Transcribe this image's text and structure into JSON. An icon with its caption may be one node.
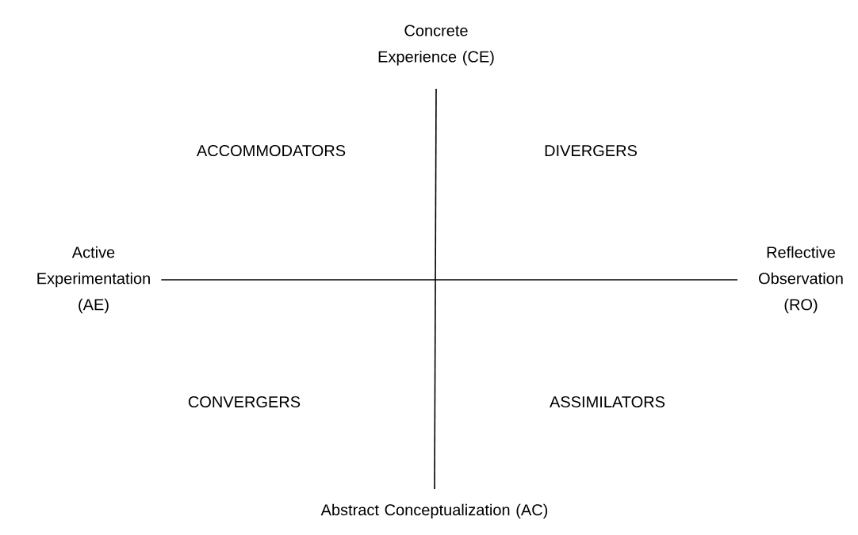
{
  "diagram": {
    "nodes": [
      {
        "text": [
          "Concrete Experience (CE)"
        ]
      },
      {
        "text": [
          "Active Experimentation (AE)"
        ]
      },
      {
        "text": [
          "Reflective Observation (RO)"
        ]
      },
      {
        "text": [
          "Abstract Conceptualization (AC)"
        ]
      }
    ],
    "edges": [
      {
        "from": 0,
        "to": 3,
        "arrow": "none"
      },
      {
        "from": 1,
        "to": 2,
        "arrow": "none"
      }
    ],
    "labels": [
      "ACCOMMODATORS",
      "DIVERGERS",
      "CONVERGERS",
      "ASSIMILATORS"
    ]
  }
}
